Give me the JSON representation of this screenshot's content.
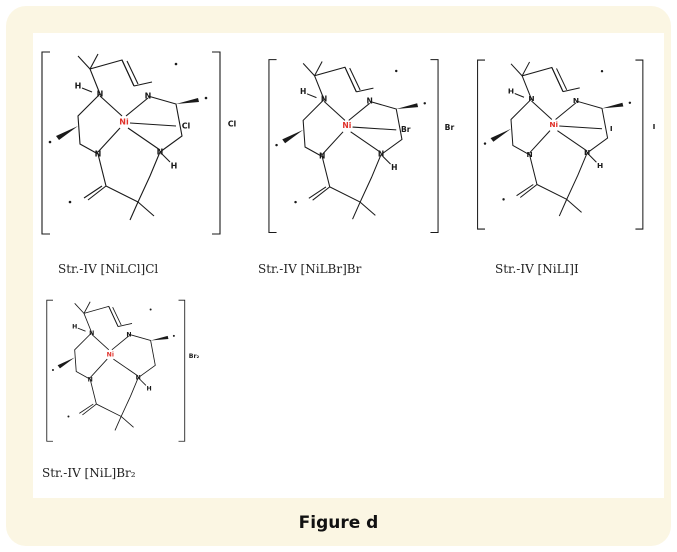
{
  "structures": [
    {
      "metal": "Ni",
      "donors": [
        "N",
        "N",
        "N",
        "N"
      ],
      "h_label": "H",
      "axial_ligand": "Cl",
      "counter_ion": "Cl",
      "caption": "Str.-IV [NiLCl]Cl"
    },
    {
      "metal": "Ni",
      "donors": [
        "N",
        "N",
        "N",
        "N"
      ],
      "h_label": "H",
      "axial_ligand": "Br",
      "counter_ion": "Br",
      "caption": "Str.-IV [NiLBr]Br"
    },
    {
      "metal": "Ni",
      "donors": [
        "N",
        "N",
        "N",
        "N"
      ],
      "h_label": "H",
      "axial_ligand": "I",
      "counter_ion": "I",
      "caption": "Str.-IV [NiLI]I"
    },
    {
      "metal": "Ni",
      "donors": [
        "N",
        "N",
        "N",
        "N"
      ],
      "h_label": "H",
      "axial_ligand": "",
      "counter_ion": "Br₂",
      "caption": "Str.-IV [NiL]Br₂"
    }
  ],
  "figure_caption": "Figure d",
  "colors": {
    "frame": "#fbf6e3",
    "panel": "#ffffff",
    "metal": "#e0312a",
    "bonds": "#1a1a1a"
  }
}
